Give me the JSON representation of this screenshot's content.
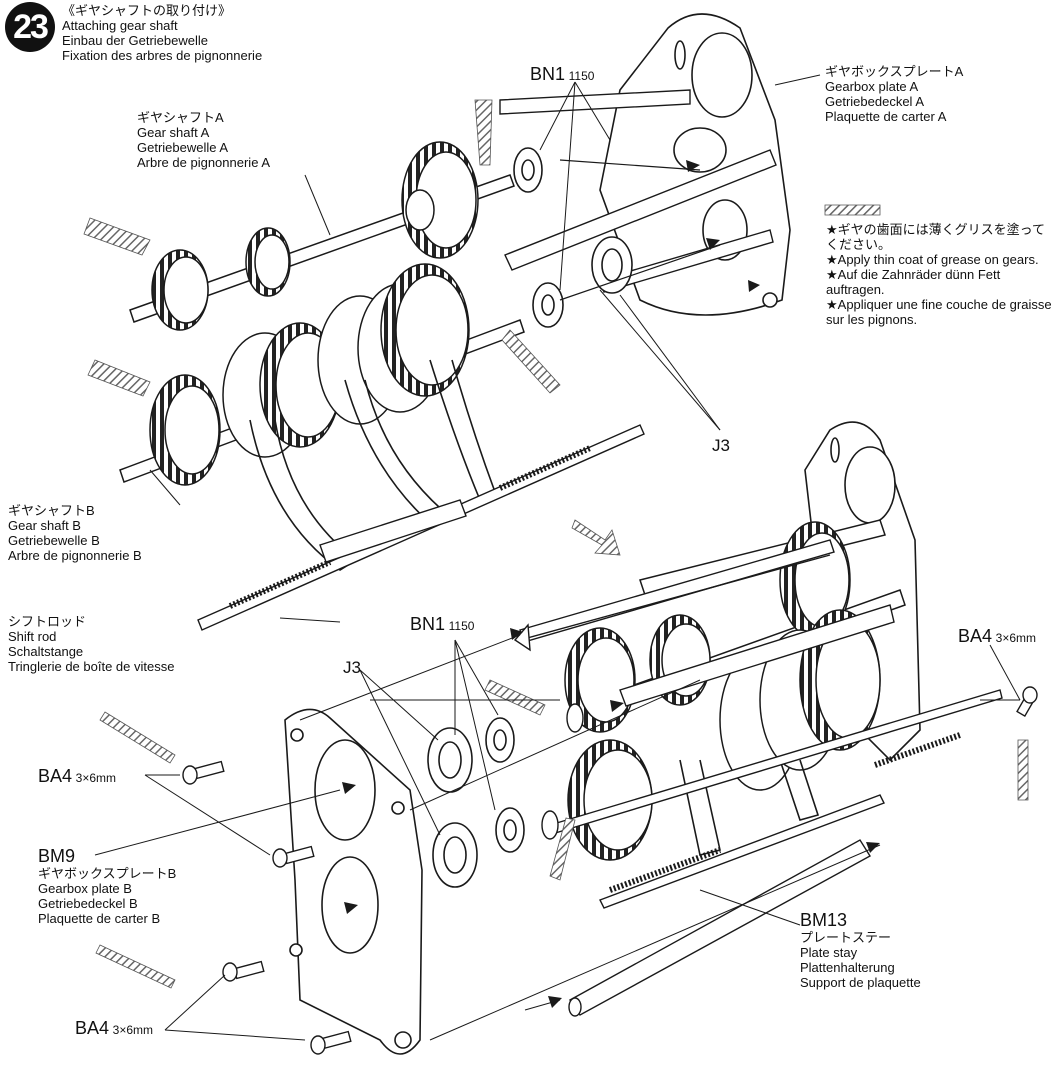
{
  "step": {
    "number": "23",
    "title_jp": "《ギヤシャフトの取り付け》",
    "title_en": "Attaching gear shaft",
    "title_de": "Einbau der Getriebewelle",
    "title_fr": "Fixation des arbres de pignonnerie"
  },
  "labels": {
    "gear_shaft_a": {
      "jp": "ギヤシャフトA",
      "en": "Gear shaft A",
      "de": "Getriebewelle A",
      "fr": "Arbre de pignonnerie A"
    },
    "gear_shaft_b": {
      "jp": "ギヤシャフトB",
      "en": "Gear shaft B",
      "de": "Getriebewelle B",
      "fr": "Arbre de pignonnerie B"
    },
    "shift_rod": {
      "jp": "シフトロッド",
      "en": "Shift rod",
      "de": "Schaltstange",
      "fr": "Tringlerie de boîte de vitesse"
    },
    "gearbox_plate_a": {
      "jp": "ギヤボックスプレートA",
      "en": "Gearbox plate A",
      "de": "Getriebedeckel A",
      "fr": "Plaquette de carter A"
    },
    "gearbox_plate_b": {
      "code": "BM9",
      "jp": "ギヤボックスプレートB",
      "en": "Gearbox plate B",
      "de": "Getriebedeckel B",
      "fr": "Plaquette de carter B"
    },
    "plate_stay": {
      "code": "BM13",
      "jp": "プレートステー",
      "en": "Plate stay",
      "de": "Plattenhalterung",
      "fr": "Support de plaquette"
    }
  },
  "grease_note": {
    "jp": "★ギヤの歯面には薄くグリスを塗ってください。",
    "en": "★Apply thin coat of grease on gears.",
    "de": "★Auf die Zahnräder dünn Fett auftragen.",
    "fr": "★Appliquer une fine couche de graisse sur les pignons."
  },
  "parts": {
    "bn1_top": {
      "code": "BN1",
      "num": "1150"
    },
    "bn1_mid": {
      "code": "BN1",
      "num": "1150"
    },
    "j3_top": "J3",
    "j3_mid": "J3",
    "ba4_right": {
      "code": "BA4",
      "size": "3×6mm"
    },
    "ba4_left": {
      "code": "BA4",
      "size": "3×6mm"
    },
    "ba4_bottom": {
      "code": "BA4",
      "size": "3×6mm"
    }
  },
  "colors": {
    "line": "#1a1a1a",
    "fill": "#ffffff",
    "shade": "#9a9a9a",
    "dark": "#555555"
  }
}
